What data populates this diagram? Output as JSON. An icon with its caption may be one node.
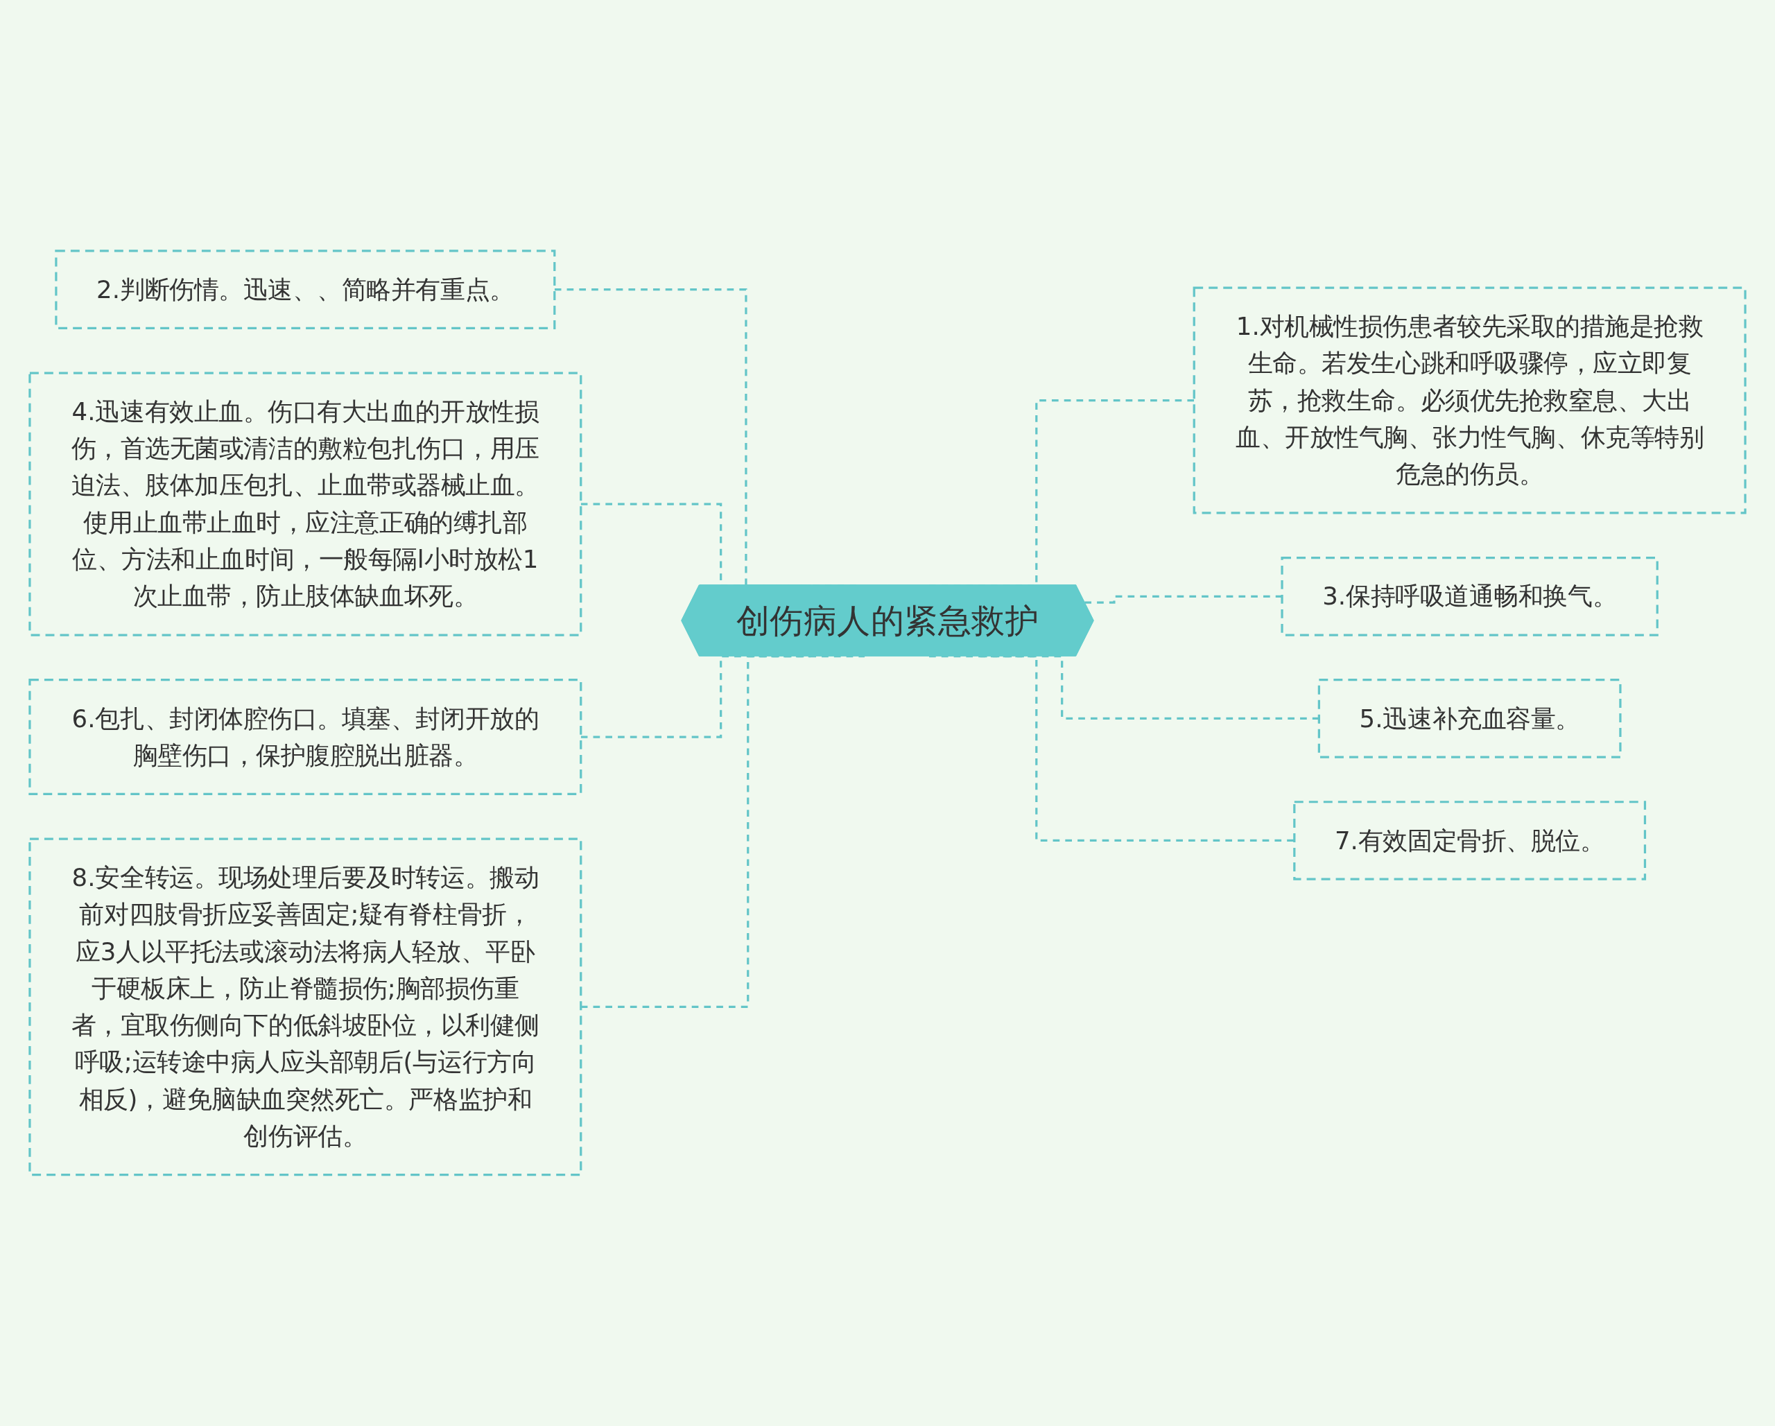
{
  "diagram": {
    "nodes": [
      {
        "text": [
          "创伤病人的紧急救护"
        ]
      },
      {
        "text": [
          "2.判断伤情。迅速、、简略并有重点。"
        ]
      },
      {
        "text": [
          "4.迅速有效止血。伤口有大出血的开放性损伤，首选无菌或清洁的敷粒包扎伤口，用压迫法、肢体加压包扎、止血带或器械止血。使用止血带止血时，应注意正确的缚扎部位、方法和止血时间，一般每隔l小时放松1次止血带，防止肢体缺血坏死。"
        ]
      },
      {
        "text": [
          "6.包扎、封闭体腔伤口。填塞、封闭开放的胸壁伤口，保护腹腔脱出脏器。"
        ]
      },
      {
        "text": [
          "8.安全转运。现场处理后要及时转运。搬动前对四肢骨折应妥善固定;疑有脊柱骨折，应3人以平托法或滚动法将病人轻放、平卧于硬板床上，防止脊髓损伤;胸部损伤重者，宜取伤侧向下的低斜坡卧位，以利健侧呼吸;运转途中病人应头部朝后(与运行方向相反)，避免脑缺血突然死亡。严格监护和创伤评估。"
        ]
      },
      {
        "text": [
          "1.对机械性损伤患者较先采取的措施是抢救生命。若发生心跳和呼吸骤停，应立即复苏，抢救生命。必须优先抢救窒息、大出血、开放性气胸、张力性气胸、休克等特别危急的伤员。"
        ]
      },
      {
        "text": [
          "3.保持呼吸道通畅和换气。"
        ]
      },
      {
        "text": [
          "5.迅速补充血容量。"
        ]
      },
      {
        "text": [
          "7.有效固定骨折、脱位。"
        ]
      }
    ],
    "edges": [
      {
        "from": 0,
        "to": 1,
        "arrow": "none",
        "style": "dashed"
      },
      {
        "from": 0,
        "to": 2,
        "arrow": "none",
        "style": "dashed"
      },
      {
        "from": 0,
        "to": 3,
        "arrow": "none",
        "style": "dashed"
      },
      {
        "from": 0,
        "to": 4,
        "arrow": "none",
        "style": "dashed"
      },
      {
        "from": 0,
        "to": 5,
        "arrow": "none",
        "style": "dashed"
      },
      {
        "from": 0,
        "to": 6,
        "arrow": "none",
        "style": "dashed"
      },
      {
        "from": 0,
        "to": 7,
        "arrow": "none",
        "style": "dashed"
      },
      {
        "from": 0,
        "to": 8,
        "arrow": "none",
        "style": "dashed"
      }
    ]
  }
}
